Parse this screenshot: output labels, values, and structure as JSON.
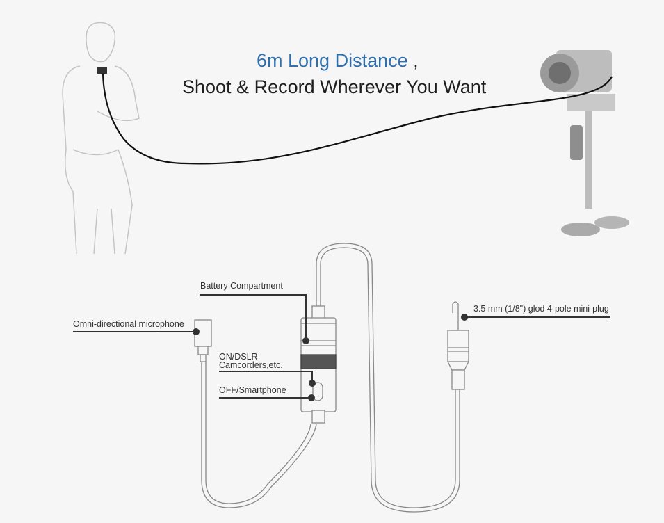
{
  "headline": {
    "line1": "6m Long Distance",
    "line1_suffix": ",",
    "line2": "Shoot & Record Wherever You Want",
    "accent_color": "#2f6fae"
  },
  "labels": {
    "battery": "Battery Compartment",
    "microphone": "Omni-directional microphone",
    "on_switch_line1": "ON/DSLR",
    "on_switch_line2": "Camcorders,etc.",
    "off_switch": "OFF/Smartphone",
    "plug": "3.5 mm (1/8\") glod 4-pole mini-plug"
  }
}
